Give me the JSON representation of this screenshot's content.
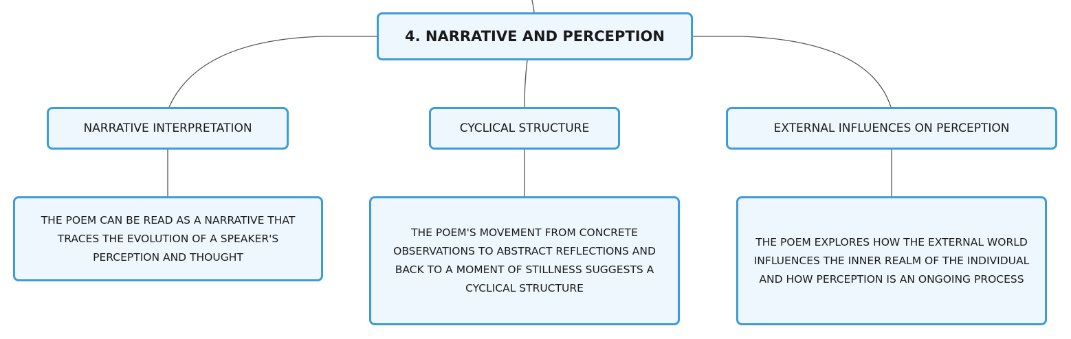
{
  "mindmap": {
    "root": {
      "label": "4. NARRATIVE AND PERCEPTION"
    },
    "branches": [
      {
        "label": "NARRATIVE INTERPRETATION",
        "detail": "THE POEM CAN BE READ AS A NARRATIVE THAT TRACES THE EVOLUTION OF A SPEAKER'S PERCEPTION AND THOUGHT"
      },
      {
        "label": "CYCLICAL STRUCTURE",
        "detail": "THE POEM'S MOVEMENT FROM CONCRETE OBSERVATIONS TO ABSTRACT REFLECTIONS AND BACK TO A MOMENT OF STILLNESS SUGGESTS A CYCLICAL STRUCTURE"
      },
      {
        "label": "EXTERNAL INFLUENCES ON PERCEPTION",
        "detail": "THE POEM EXPLORES HOW THE EXTERNAL WORLD INFLUENCES THE INNER REALM OF THE INDIVIDUAL AND HOW PERCEPTION IS AN ONGOING PROCESS"
      }
    ]
  },
  "colors": {
    "node_border": "#3b9bdd",
    "node_fill": "#eef7fd",
    "connector": "#555555",
    "text": "#1a1a1a"
  }
}
